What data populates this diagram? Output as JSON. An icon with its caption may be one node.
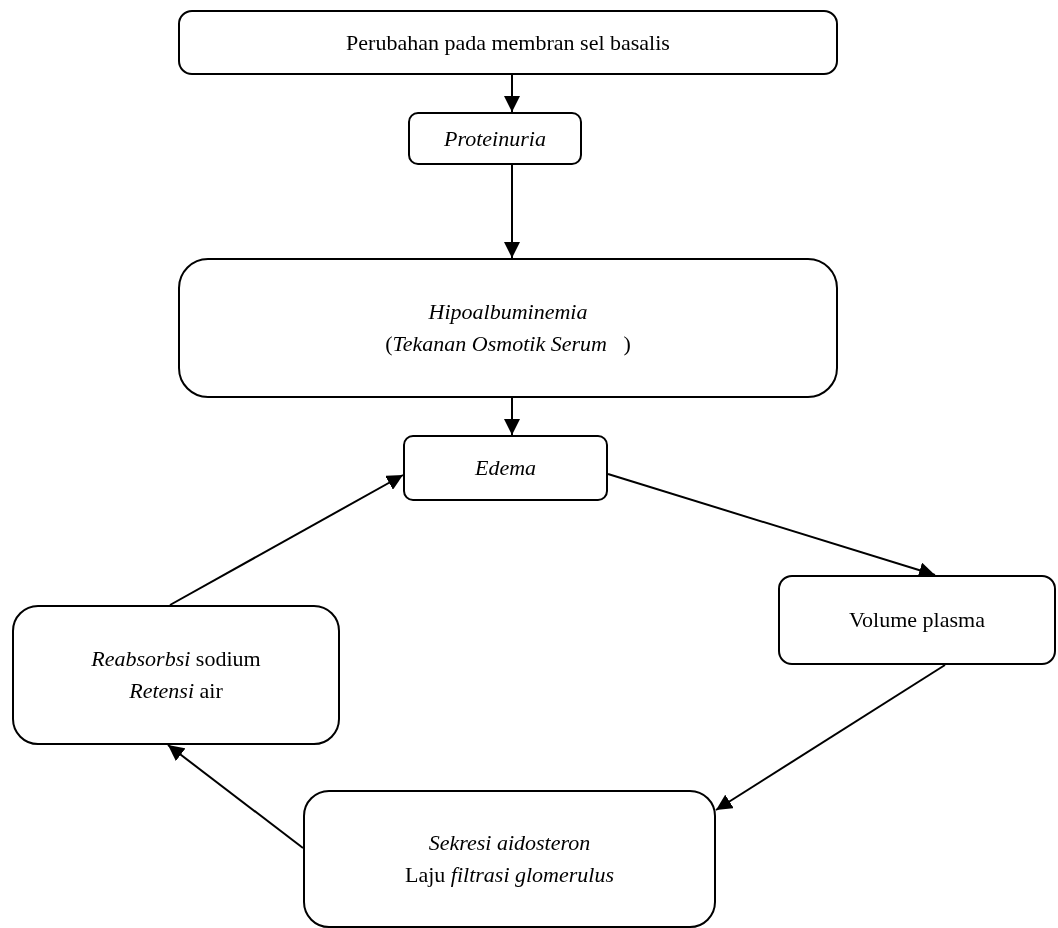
{
  "diagram": {
    "nodes": [
      {
        "text": [
          "Perubahan pada membran sel basalis"
        ]
      },
      {
        "text": [
          "Proteinuria"
        ]
      },
      {
        "text": [
          "Hipoalbuminemia",
          "(*Tekanan Osmotik Serum*   )"
        ]
      },
      {
        "text": [
          "Edema"
        ]
      },
      {
        "text": [
          "Volume plasma"
        ]
      },
      {
        "text": [
          "*Reabsorbsi* sodium",
          "*Retensi* air"
        ]
      },
      {
        "text": [
          "*Sekresi aidosteron*",
          "Laju *filtrasi glomerulus*"
        ]
      }
    ],
    "edges": [
      {
        "from": 0,
        "to": 1,
        "arrow": "to"
      },
      {
        "from": 1,
        "to": 2,
        "arrow": "to"
      },
      {
        "from": 2,
        "to": 3,
        "arrow": "to"
      },
      {
        "from": 3,
        "to": 4,
        "arrow": "to"
      },
      {
        "from": 4,
        "to": 6,
        "arrow": "to"
      },
      {
        "from": 6,
        "to": 5,
        "arrow": "to"
      },
      {
        "from": 5,
        "to": 3,
        "arrow": "to"
      }
    ]
  }
}
